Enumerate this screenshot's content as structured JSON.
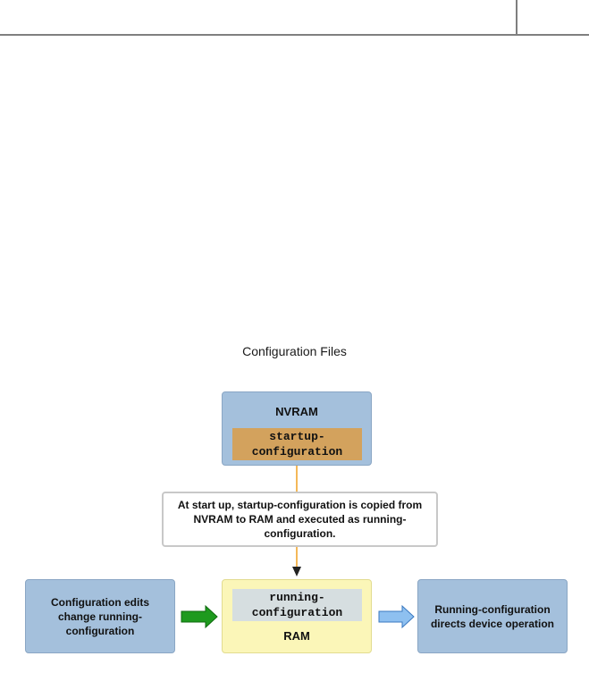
{
  "diagram": {
    "title": "Configuration Files",
    "nvram": {
      "label": "NVRAM",
      "startup_file": "startup-\nconfiguration"
    },
    "note": "At start up, startup-configuration is copied from NVRAM to RAM and executed as running-configuration.",
    "ram": {
      "label": "RAM",
      "running_file": "running-\nconfiguration"
    },
    "left_box": "Configuration edits change running-configuration",
    "right_box": "Running-configuration directs device operation"
  },
  "colors": {
    "box_blue": "#a4c0dc",
    "startup_orange": "#d3a25d",
    "ram_yellow": "#fbf6b8",
    "running_gray": "#d6dee0",
    "connector_orange": "#f0a020",
    "arrow_green": "#1e9a1e",
    "arrow_blue": "#6fa8e6"
  }
}
